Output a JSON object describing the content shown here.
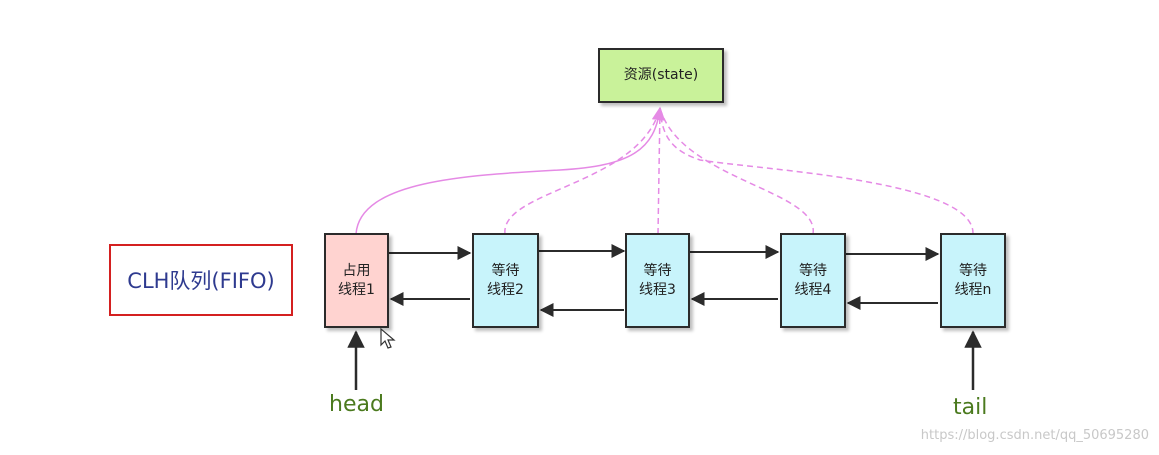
{
  "resource": {
    "label": "资源(state)"
  },
  "queue_label": "CLH队列(FIFO)",
  "nodes": [
    {
      "line1": "占用",
      "line2": "线程1",
      "status": "holder"
    },
    {
      "line1": "等待",
      "line2": "线程2",
      "status": "waiting"
    },
    {
      "line1": "等待",
      "line2": "线程3",
      "status": "waiting"
    },
    {
      "line1": "等待",
      "line2": "线程4",
      "status": "waiting"
    },
    {
      "line1": "等待",
      "line2": "线程n",
      "status": "waiting"
    }
  ],
  "pointers": {
    "head": "head",
    "tail": "tail"
  },
  "watermark": "https://blog.csdn.net/qq_50695280",
  "colors": {
    "resource_fill": "#c9f29a",
    "holder_fill": "#ffd3d0",
    "waiter_fill": "#c8f4fb",
    "link_color": "#e58ae5",
    "arrow_color": "#2b2b2b",
    "label_red_border": "#d42020",
    "queue_text": "#2e3a8f",
    "pointer_text": "#4b7a1e"
  }
}
